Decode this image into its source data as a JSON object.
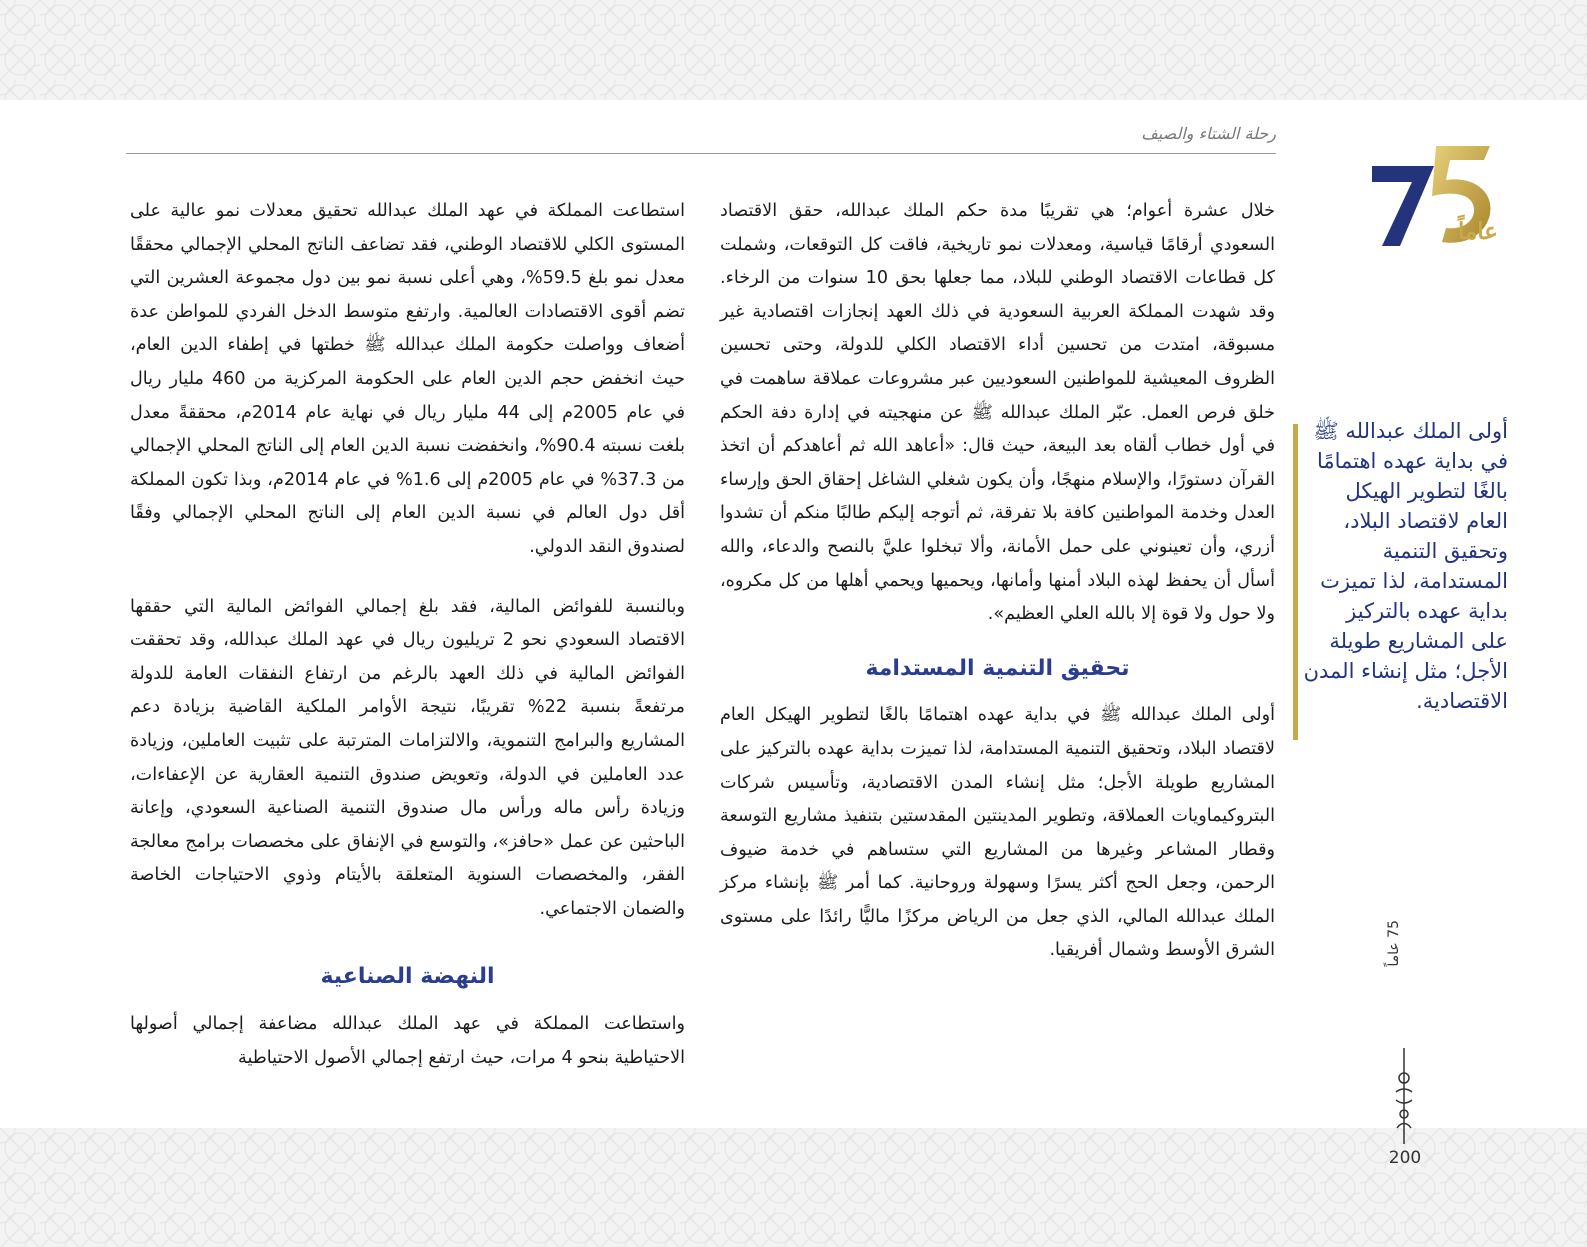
{
  "header": {
    "title": "رحلة الشتاء والصيف"
  },
  "logo": {
    "numeral": "75",
    "text": "عاماً"
  },
  "column_right": {
    "p1": "خلال عشرة أعوام؛ هي تقريبًا مدة حكم الملك عبدالله، حقق الاقتصاد السعودي أرقامًا قياسية، ومعدلات نمو تاريخية، فاقت كل التوقعات، وشملت كل قطاعات الاقتصاد الوطني للبلاد، مما جعلها بحق 10 سنوات من الرخاء. وقد شهدت المملكة العربية السعودية في ذلك العهد إنجازات اقتصادية غير مسبوقة، امتدت من تحسين أداء الاقتصاد الكلي للدولة، وحتى تحسين الظروف المعيشية للمواطنين السعوديين عبر مشروعات عملاقة ساهمت في خلق فرص العمل. عبّر الملك عبدالله ﷺ عن منهجيته في إدارة دفة الحكم في أول خطاب ألقاه بعد البيعة، حيث قال: «أعاهد الله ثم أعاهدكم أن اتخذ القرآن دستورًا، والإسلام منهجًا، وأن يكون شغلي الشاغل إحقاق الحق وإرساء العدل وخدمة المواطنين كافة بلا تفرقة، ثم أتوجه إليكم طالبًا منكم أن تشدوا أزري، وأن تعينوني على حمل الأمانة، وألا تبخلوا عليَّ بالنصح والدعاء، والله أسأل أن يحفظ لهذه البلاد أمنها وأمانها، ويحميها ويحمي أهلها من كل مكروه، ولا حول ولا قوة إلا بالله العلي العظيم».",
    "heading": "تحقيق التنمية المستدامة",
    "p2": "أولى الملك عبدالله ﷺ في بداية عهده اهتمامًا بالغًا لتطوير الهيكل العام لاقتصاد البلاد، وتحقيق التنمية المستدامة، لذا تميزت بداية عهده بالتركيز على المشاريع طويلة الأجل؛ مثل إنشاء المدن الاقتصادية، وتأسيس شركات البتروكيماويات العملاقة، وتطوير المدينتين المقدستين بتنفيذ مشاريع التوسعة وقطار المشاعر وغيرها من المشاريع التي ستساهم في خدمة ضيوف الرحمن، وجعل الحج أكثر يسرًا وسهولة وروحانية. كما أمر ﷺ بإنشاء مركز الملك عبدالله المالي، الذي جعل من الرياض مركزًا ماليًّا رائدًا على مستوى الشرق الأوسط وشمال أفريقيا."
  },
  "column_left": {
    "p1": "استطاعت المملكة في عهد الملك عبدالله تحقيق معدلات نمو عالية على المستوى الكلي للاقتصاد الوطني، فقد تضاعف الناتج المحلي الإجمالي محققًا معدل نمو بلغ 59.5%، وهي أعلى نسبة نمو بين دول مجموعة العشرين التي تضم أقوى الاقتصادات العالمية. وارتفع متوسط الدخل الفردي للمواطن عدة أضعاف وواصلت حكومة الملك عبدالله ﷺ خطتها في إطفاء الدين العام، حيث انخفض حجم الدين العام على الحكومة المركزية من 460 مليار ريال في عام 2005م إلى 44 مليار ريال في نهاية عام 2014م، محققةً معدل بلغت نسبته 90.4%، وانخفضت نسبة الدين العام إلى الناتج المحلي الإجمالي من 37.3% في عام 2005م إلى 1.6% في عام 2014م، وبذا تكون المملكة أقل دول العالم في نسبة الدين العام إلى الناتج المحلي الإجمالي وفقًا لصندوق النقد الدولي.",
    "p2": "وبالنسبة للفوائض المالية، فقد بلغ إجمالي الفوائض المالية التي حققها الاقتصاد السعودي نحو 2 تريليون ريال في عهد الملك عبدالله، وقد تحققت الفوائض المالية في ذلك العهد بالرغم من ارتفاع النفقات العامة للدولة مرتفعةً بنسبة 22% تقريبًا، نتيجة الأوامر الملكية القاضية بزيادة دعم المشاريع والبرامج التنموية، والالتزامات المترتبة على تثبيت العاملين، وزيادة عدد العاملين في الدولة، وتعويض صندوق التنمية العقارية عن الإعفاءات، وزيادة رأس ماله ورأس مال صندوق التنمية الصناعية السعودي، وإعانة الباحثين عن عمل «حافز»، والتوسع في الإنفاق على مخصصات برامج معالجة الفقر، والمخصصات السنوية المتعلقة بالأيتام وذوي الاحتياجات الخاصة والضمان الاجتماعي.",
    "heading": "النهضة الصناعية",
    "p3": "واستطاعت المملكة في عهد الملك عبدالله مضاعفة إجمالي أصولها الاحتياطية بنحو 4 مرات، حيث ارتفع إجمالي الأصول الاحتياطية"
  },
  "pull_quote": "أولى الملك عبدالله ﷺ في بداية عهده اهتمامًا بالغًا لتطوير الهيكل العام لاقتصاد البلاد، وتحقيق التنمية المستدامة، لذا تميزت بداية عهده بالتركيز على المشاريع طويلة الأجل؛ مثل إنشاء المدن الاقتصادية.",
  "side_label": "75 عاماً",
  "page_number": "200",
  "colors": {
    "heading_blue": "#2a3d8f",
    "quote_navy": "#23347c",
    "gold": "#c9a84c"
  }
}
